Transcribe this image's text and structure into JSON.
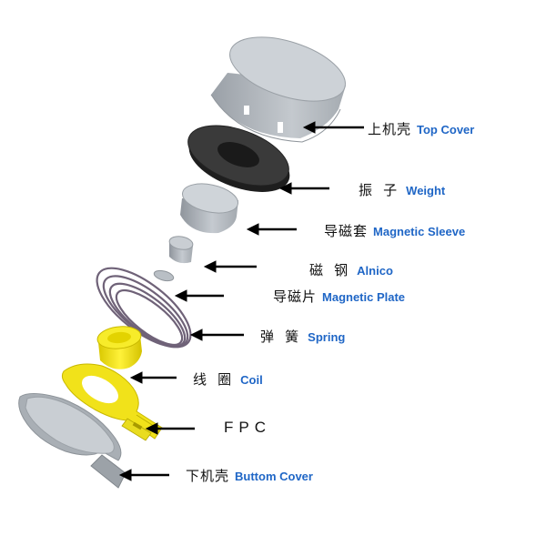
{
  "parts": [
    {
      "cn": "上机壳",
      "en": "Top Cover"
    },
    {
      "cn": "振 子",
      "en": "Weight"
    },
    {
      "cn": "导磁套",
      "en": "Magnetic Sleeve"
    },
    {
      "cn": "磁 钢",
      "en": "Alnico"
    },
    {
      "cn": "导磁片",
      "en": "Magnetic Plate"
    },
    {
      "cn": "弹 簧",
      "en": "Spring"
    },
    {
      "cn": "线 圈",
      "en": "Coil"
    },
    {
      "cn": "FPC",
      "en": ""
    },
    {
      "cn": "下机壳",
      "en": "Buttom Cover"
    }
  ],
  "colors": {
    "label_en": "#1f66c6",
    "label_cn": "#111111",
    "arrow": "#000000",
    "cover_gray": "#b9bec4",
    "weight_black": "#2e2e2e",
    "spring_purple": "#6f6278",
    "coil_yellow": "#f3e400"
  }
}
